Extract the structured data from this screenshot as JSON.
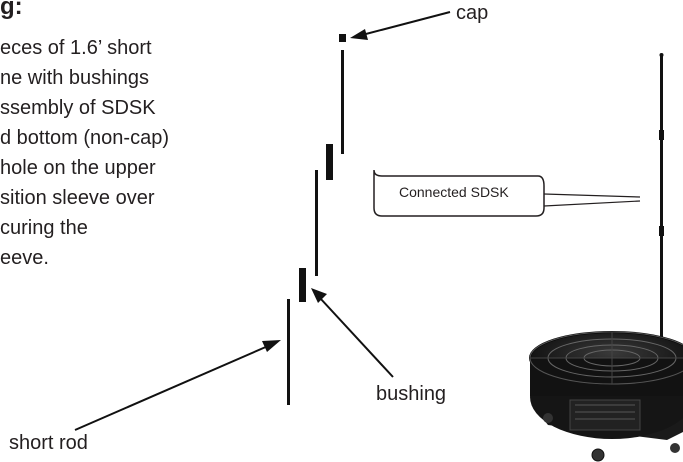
{
  "document": {
    "heading": "g:",
    "body_lines": [
      "eces of 1.6’ short",
      "ne with bushings",
      "ssembly of SDSK",
      "d bottom (non-cap)",
      "hole on the upper",
      "sition sleeve over",
      "curing the",
      "eeve."
    ]
  },
  "diagram": {
    "labels": {
      "cap": "cap",
      "bushing": "bushing",
      "short_rod": "short rod",
      "callout": "Connected SDSK"
    }
  }
}
